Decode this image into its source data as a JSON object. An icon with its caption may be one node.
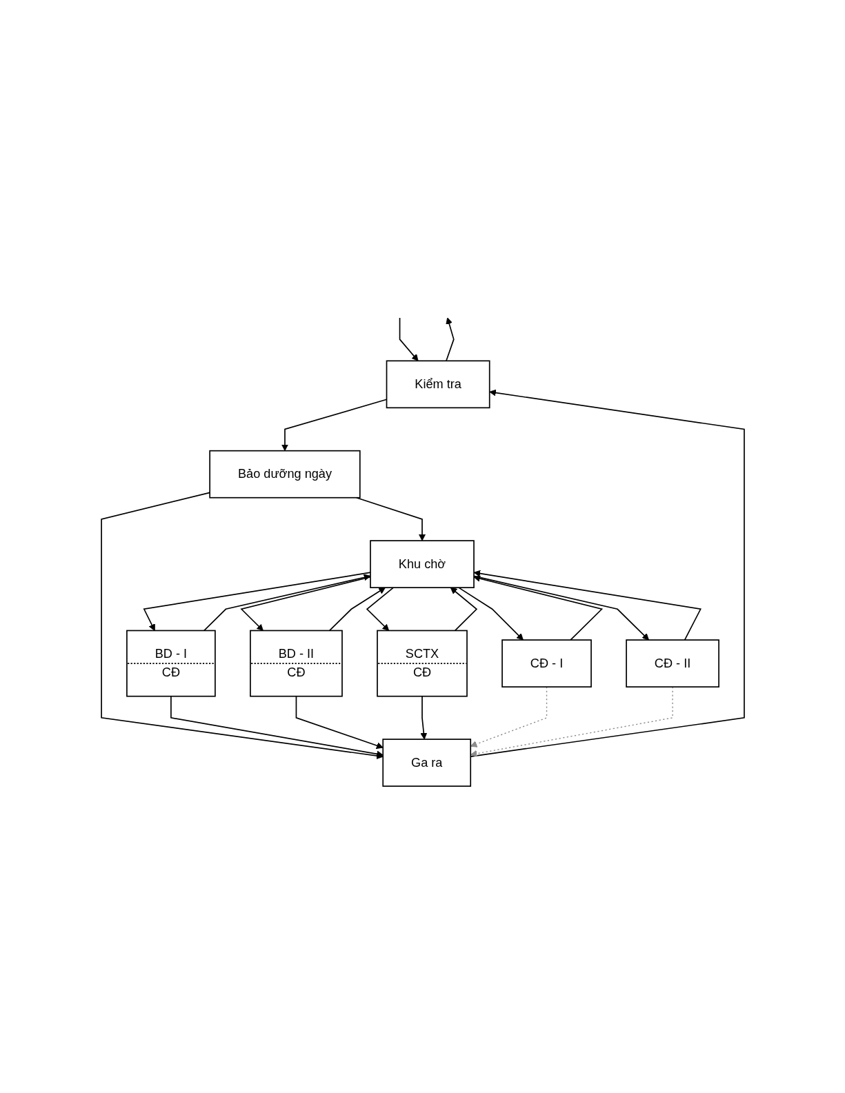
{
  "diagram": {
    "nodes": [
      {
        "text": [
          "Kiểm tra"
        ]
      },
      {
        "text": [
          "Bảo dưỡng ngày"
        ]
      },
      {
        "text": [
          "CĐ - I"
        ]
      },
      {
        "text": [
          "Khu chờ"
        ]
      },
      {
        "text": [
          "CĐ - II"
        ]
      },
      {
        "text": [
          "BD - I",
          "CĐ"
        ]
      },
      {
        "text": [
          "BD - II",
          "CĐ"
        ]
      },
      {
        "text": [
          "SCTX",
          "CĐ"
        ]
      },
      {
        "text": [
          "Ga ra"
        ]
      }
    ],
    "edges": [
      {
        "from": null,
        "to": 0,
        "arrow": "to"
      },
      {
        "from": 0,
        "to": null,
        "arrow": "to"
      },
      {
        "from": 0,
        "to": 1,
        "arrow": "to"
      },
      {
        "from": 1,
        "to": 3,
        "arrow": "to"
      },
      {
        "from": 1,
        "to": 8,
        "arrow": "to"
      },
      {
        "from": 8,
        "to": 0,
        "arrow": "to"
      },
      {
        "from": 3,
        "to": 2,
        "arrow": "to"
      },
      {
        "from": 2,
        "to": 3,
        "arrow": "to"
      },
      {
        "from": 3,
        "to": 4,
        "arrow": "to"
      },
      {
        "from": 4,
        "to": 3,
        "arrow": "to"
      },
      {
        "from": 5,
        "to": 3,
        "arrow": "to"
      },
      {
        "from": 3,
        "to": 5,
        "arrow": "to"
      },
      {
        "from": 3,
        "to": 6,
        "arrow": "to"
      },
      {
        "from": 6,
        "to": 3,
        "arrow": "to"
      },
      {
        "from": 3,
        "to": 7,
        "arrow": "to"
      },
      {
        "from": 7,
        "to": 3,
        "arrow": "to"
      },
      {
        "from": 5,
        "to": 8,
        "arrow": "to"
      },
      {
        "from": 6,
        "to": 8,
        "arrow": "to"
      },
      {
        "from": 7,
        "to": 8,
        "arrow": "to"
      },
      {
        "from": 2,
        "to": 8,
        "arrow": "to",
        "style": "dashed",
        "color": "#8c8c8c"
      },
      {
        "from": 4,
        "to": 8,
        "arrow": "to",
        "style": "dashed",
        "color": "#8c8c8c"
      }
    ]
  }
}
